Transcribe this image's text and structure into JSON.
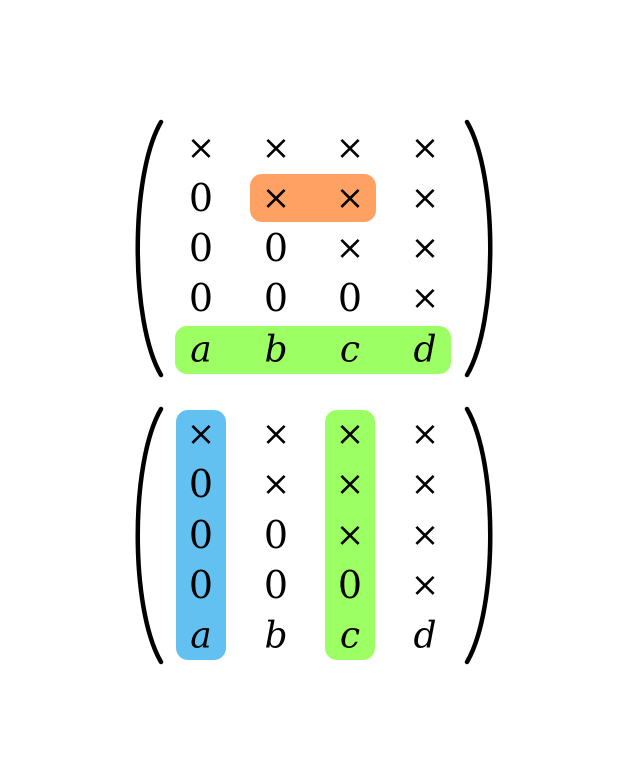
{
  "colors": {
    "orange": "#ffa163",
    "green": "#9cff63",
    "blue": "#63c1f2",
    "ink": "#000000",
    "background": "#ffffff"
  },
  "matrices": [
    {
      "id": "top",
      "rows": [
        [
          "×",
          "×",
          "×",
          "×"
        ],
        [
          "0",
          "×",
          "×",
          "×"
        ],
        [
          "0",
          "0",
          "×",
          "×"
        ],
        [
          "0",
          "0",
          "0",
          "×"
        ],
        [
          "a",
          "b",
          "c",
          "d"
        ]
      ],
      "highlights": [
        {
          "name": "highlight-orange-row",
          "color": "orange",
          "kind": "row",
          "row": 1,
          "from_col": 1,
          "to_col": 2
        },
        {
          "name": "highlight-green-row",
          "color": "green",
          "kind": "row",
          "row": 4,
          "from_col": 0,
          "to_col": 3
        }
      ]
    },
    {
      "id": "bottom",
      "rows": [
        [
          "×",
          "×",
          "×",
          "×"
        ],
        [
          "0",
          "×",
          "×",
          "×"
        ],
        [
          "0",
          "0",
          "×",
          "×"
        ],
        [
          "0",
          "0",
          "0",
          "×"
        ],
        [
          "a",
          "b",
          "c",
          "d"
        ]
      ],
      "highlights": [
        {
          "name": "highlight-blue-column",
          "color": "blue",
          "kind": "col",
          "col": 0,
          "from_row": 0,
          "to_row": 4
        },
        {
          "name": "highlight-green-column",
          "color": "green",
          "kind": "col",
          "col": 2,
          "from_row": 0,
          "to_row": 4
        }
      ]
    }
  ]
}
